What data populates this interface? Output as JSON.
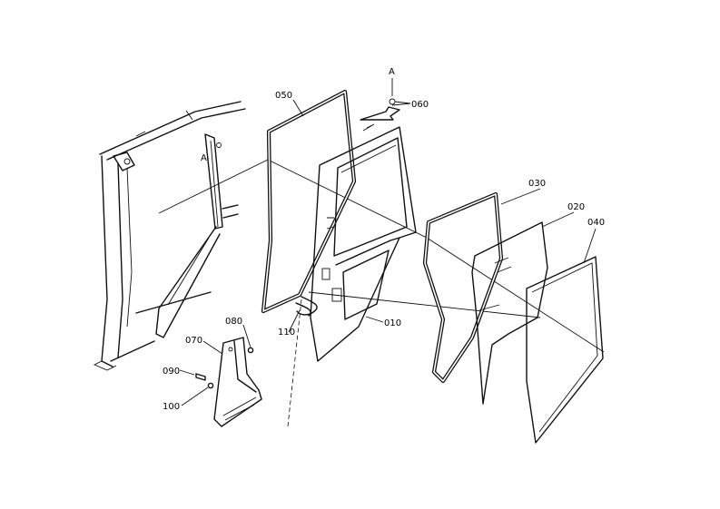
{
  "diagram": {
    "view_mark": "A",
    "callouts": [
      {
        "id": "label-050",
        "text": "050"
      },
      {
        "id": "label-060",
        "text": "060"
      },
      {
        "id": "label-030",
        "text": "030"
      },
      {
        "id": "label-020",
        "text": "020"
      },
      {
        "id": "label-040",
        "text": "040"
      },
      {
        "id": "label-010",
        "text": "010"
      },
      {
        "id": "label-110",
        "text": "110"
      },
      {
        "id": "label-080",
        "text": "080"
      },
      {
        "id": "label-070",
        "text": "070"
      },
      {
        "id": "label-090",
        "text": "090"
      },
      {
        "id": "label-100",
        "text": "100"
      }
    ]
  }
}
